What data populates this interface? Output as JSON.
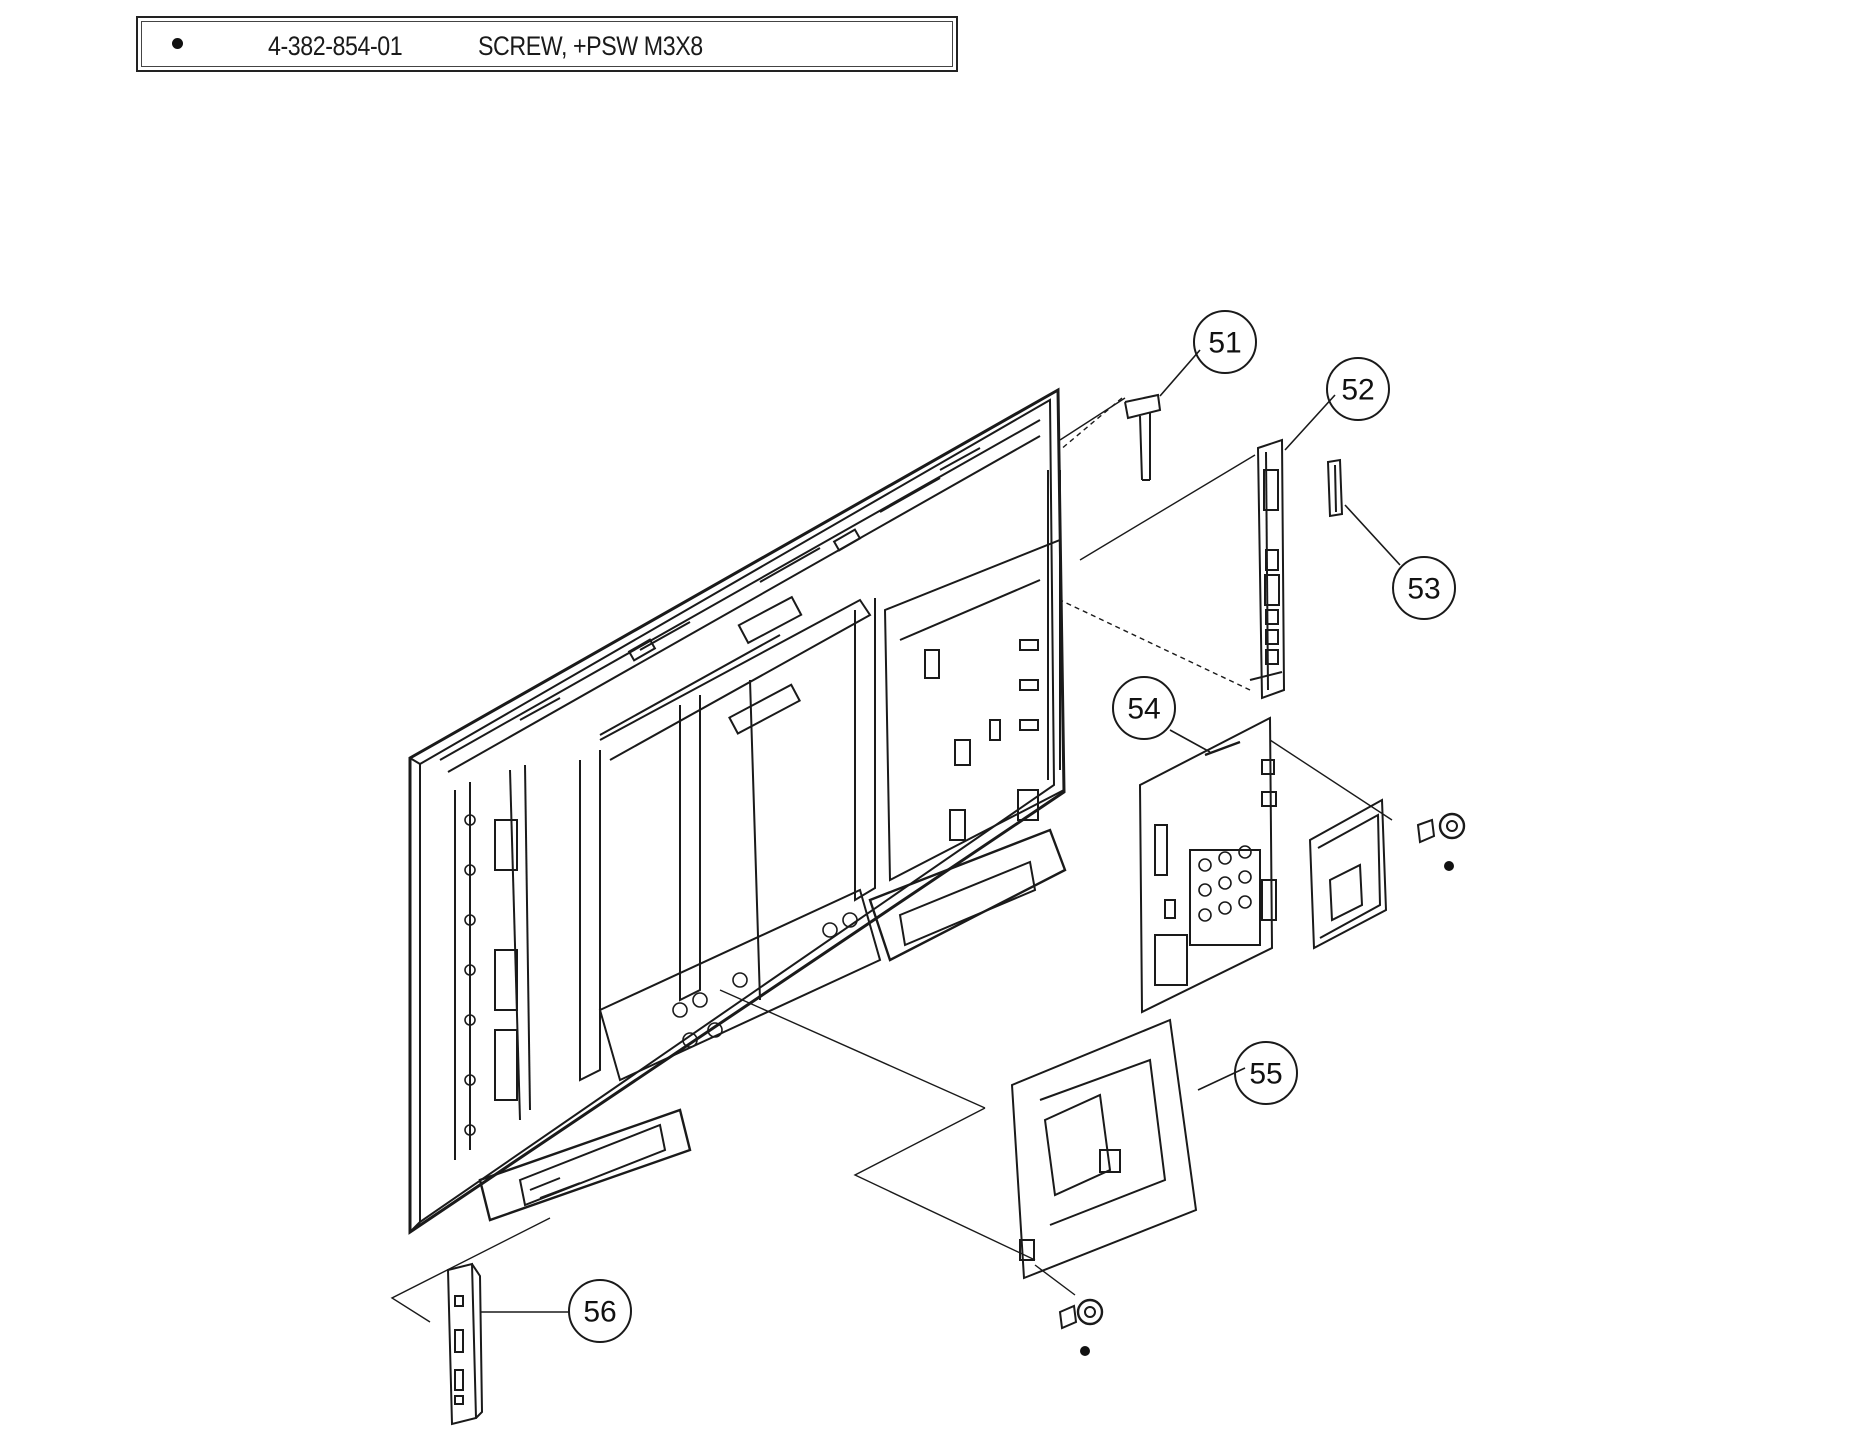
{
  "legend": {
    "part_number": "4-382-854-01",
    "description": "SCREW, +PSW M3X8"
  },
  "callouts": [
    "51",
    "52",
    "53",
    "54",
    "55",
    "56"
  ],
  "colors": {
    "line": "#1a1a1a",
    "background": "#ffffff"
  }
}
